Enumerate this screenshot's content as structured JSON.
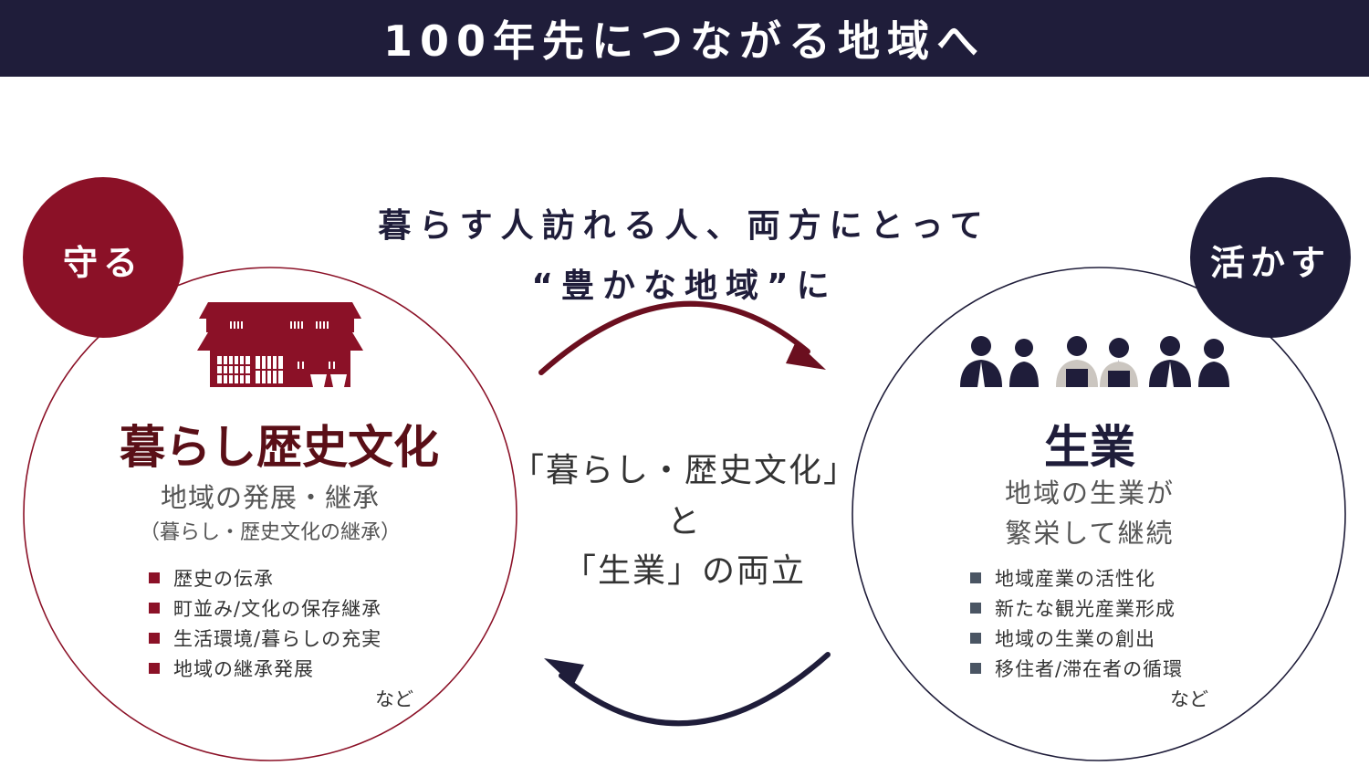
{
  "colors": {
    "navy": "#1f1d3a",
    "crimson": "#8b1127",
    "dark_red_text": "#5a0f17",
    "arrow_dark_red": "#6b0f1f",
    "bullet_grey": "#4a5563"
  },
  "header": {
    "title": "100年先につながる地域へ"
  },
  "tagline": {
    "line1": "暮らす人訪れる人、両方にとって",
    "line2": "“豊かな地域”に"
  },
  "left": {
    "badge": "守る",
    "icon": "traditional-house-icon",
    "heading": "暮らし歴史文化",
    "subheading": "地域の発展・継承",
    "note": "（暮らし・歴史文化の継承）",
    "items": [
      "歴史の伝承",
      "町並み/文化の保存継承",
      "生活環境/暮らしの充実",
      "地域の継承発展"
    ],
    "etc": "など"
  },
  "right": {
    "badge": "活かす",
    "icon": "people-group-icon",
    "heading": "生業",
    "subheading_line1": "地域の生業が",
    "subheading_line2": "繁栄して継続",
    "items": [
      "地域産業の活性化",
      "新たな観光産業形成",
      "地域の生業の創出",
      "移住者/滞在者の循環"
    ],
    "etc": "など"
  },
  "center": {
    "line1": "「暮らし・歴史文化」",
    "line2": "と",
    "line3": "「生業」の両立"
  }
}
